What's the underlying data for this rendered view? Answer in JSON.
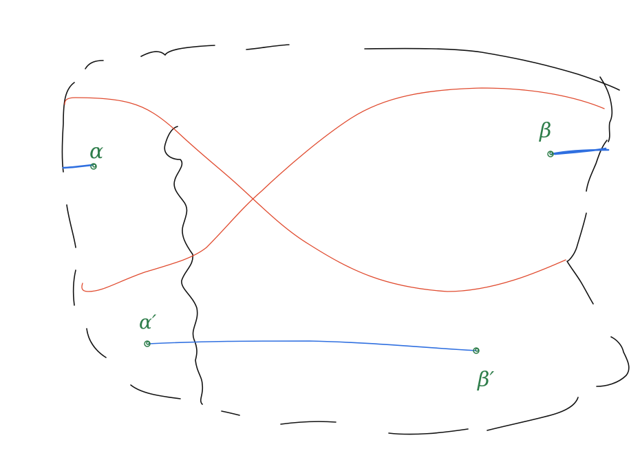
{
  "diagram": {
    "labels": {
      "alpha": "α",
      "beta": "β",
      "alpha_prime": "α′",
      "beta_prime": "β′"
    },
    "colors": {
      "outline": "#111111",
      "red_curves": "#e04a2e",
      "blue_arcs": "#2f6fe0",
      "marker_labels": "#2e7d4a"
    }
  }
}
